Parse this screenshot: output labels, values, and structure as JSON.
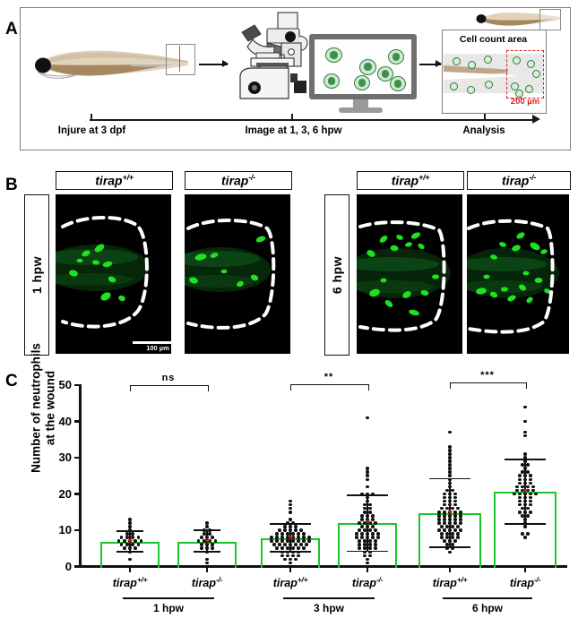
{
  "panels": {
    "a": {
      "letter": "A"
    },
    "b": {
      "letter": "B"
    },
    "c": {
      "letter": "C"
    }
  },
  "schematic": {
    "stages": [
      {
        "label": "Injure at 3 dpf"
      },
      {
        "label": "Image at 1, 3, 6 hpw"
      },
      {
        "label": "Analysis"
      }
    ],
    "analysis_box_title": "Cell count area",
    "roi_scale_label": "200 µm",
    "roi_scale_color": "#e02020"
  },
  "micrographs": {
    "scale_bar_label": "100 µm",
    "timepoints": [
      {
        "label": "1 hpw"
      },
      {
        "label": "6 hpw"
      }
    ],
    "genotypes": [
      {
        "gene": "tirap",
        "allele": "+/+"
      },
      {
        "gene": "tirap",
        "allele": "-/-"
      },
      {
        "gene": "tirap",
        "allele": "+/+"
      },
      {
        "gene": "tirap",
        "allele": "-/-"
      }
    ]
  },
  "chart_data": {
    "type": "scatter",
    "title": "",
    "xlabel": "",
    "ylabel": "Number of neutrophils at the wound",
    "ylabel_line1": "Number of neutrophils",
    "ylabel_line2": "at the wound",
    "ylim": [
      0,
      50
    ],
    "yticks": [
      0,
      10,
      20,
      30,
      40,
      50
    ],
    "grid": false,
    "legend": "none",
    "bar_color": "#19c52a",
    "dot_color": "#111111",
    "mean_marker_color": "#ef2b2b",
    "categories": [
      "tirap+/+",
      "tirap-/-",
      "tirap+/+",
      "tirap-/-",
      "tirap+/+",
      "tirap-/-"
    ],
    "category_gene": "tirap",
    "category_alleles": [
      "+/+",
      "-/-",
      "+/+",
      "-/-",
      "+/+",
      "-/-"
    ],
    "groups": [
      {
        "label": "1 hpw",
        "members": [
          0,
          1
        ]
      },
      {
        "label": "3 hpw",
        "members": [
          2,
          3
        ]
      },
      {
        "label": "6 hpw",
        "members": [
          4,
          5
        ]
      }
    ],
    "series": [
      {
        "name": "1 hpw tirap+/+",
        "mean": 6.7,
        "sd_upper": 9.8,
        "sd_lower": 4.0,
        "n": 24,
        "values": [
          13,
          12,
          11,
          10,
          9,
          9,
          8,
          8,
          8,
          8,
          7,
          7,
          7,
          7,
          7,
          6,
          6,
          6,
          6,
          5,
          5,
          5,
          4,
          2
        ]
      },
      {
        "name": "1 hpw tirap-/-",
        "mean": 6.8,
        "sd_upper": 10.0,
        "sd_lower": 4.0,
        "n": 22,
        "values": [
          12,
          11,
          10,
          10,
          9,
          9,
          8,
          8,
          8,
          7,
          7,
          7,
          7,
          6,
          6,
          6,
          5,
          5,
          5,
          4,
          2,
          1
        ]
      },
      {
        "name": "3 hpw tirap+/+",
        "mean": 7.9,
        "sd_upper": 11.8,
        "sd_lower": 4.1,
        "n": 62,
        "values": [
          18,
          17,
          16,
          15,
          13,
          12,
          12,
          11,
          11,
          11,
          10,
          10,
          10,
          10,
          10,
          9,
          9,
          9,
          9,
          9,
          9,
          8,
          8,
          8,
          8,
          8,
          8,
          8,
          8,
          7,
          7,
          7,
          7,
          7,
          7,
          7,
          7,
          6,
          6,
          6,
          6,
          6,
          6,
          6,
          5,
          5,
          5,
          5,
          5,
          5,
          4,
          4,
          4,
          4,
          3,
          3,
          3,
          3,
          2,
          2,
          2,
          1
        ]
      },
      {
        "name": "3 hpw tirap-/-",
        "mean": 11.9,
        "sd_upper": 19.7,
        "sd_lower": 4.2,
        "n": 62,
        "values": [
          41,
          27,
          26,
          25,
          24,
          22,
          20,
          20,
          20,
          19,
          18,
          17,
          17,
          16,
          16,
          15,
          15,
          14,
          14,
          14,
          13,
          13,
          13,
          12,
          12,
          12,
          12,
          11,
          11,
          11,
          10,
          10,
          10,
          10,
          9,
          9,
          9,
          9,
          9,
          8,
          8,
          8,
          8,
          8,
          7,
          7,
          7,
          7,
          6,
          6,
          6,
          6,
          5,
          5,
          5,
          5,
          4,
          4,
          3,
          3,
          2,
          1
        ]
      },
      {
        "name": "6 hpw tirap+/+",
        "mean": 14.8,
        "sd_upper": 24.2,
        "sd_lower": 5.4,
        "n": 76,
        "values": [
          37,
          33,
          32,
          31,
          30,
          29,
          28,
          27,
          26,
          25,
          24,
          23,
          22,
          21,
          21,
          20,
          20,
          20,
          19,
          19,
          19,
          18,
          18,
          18,
          17,
          17,
          17,
          16,
          16,
          16,
          16,
          15,
          15,
          15,
          15,
          15,
          14,
          14,
          14,
          14,
          14,
          13,
          13,
          13,
          13,
          13,
          12,
          12,
          12,
          12,
          12,
          11,
          11,
          11,
          11,
          10,
          10,
          10,
          10,
          10,
          9,
          9,
          9,
          9,
          8,
          8,
          8,
          8,
          7,
          7,
          7,
          6,
          6,
          5,
          5,
          4
        ]
      },
      {
        "name": "6 hpw tirap-/-",
        "mean": 20.6,
        "sd_upper": 29.5,
        "sd_lower": 11.7,
        "n": 56,
        "values": [
          44,
          40,
          37,
          36,
          31,
          30,
          29,
          28,
          28,
          27,
          26,
          26,
          25,
          25,
          25,
          24,
          24,
          24,
          23,
          23,
          23,
          22,
          22,
          22,
          22,
          21,
          21,
          21,
          21,
          20,
          20,
          20,
          20,
          20,
          19,
          19,
          19,
          18,
          18,
          18,
          17,
          17,
          17,
          16,
          16,
          15,
          15,
          15,
          14,
          14,
          13,
          12,
          11,
          9,
          9,
          8
        ]
      }
    ],
    "annotations": [
      {
        "text": "ns",
        "between": [
          0,
          1
        ]
      },
      {
        "text": "**",
        "between": [
          2,
          3
        ]
      },
      {
        "text": "***",
        "between": [
          4,
          5
        ]
      }
    ]
  }
}
